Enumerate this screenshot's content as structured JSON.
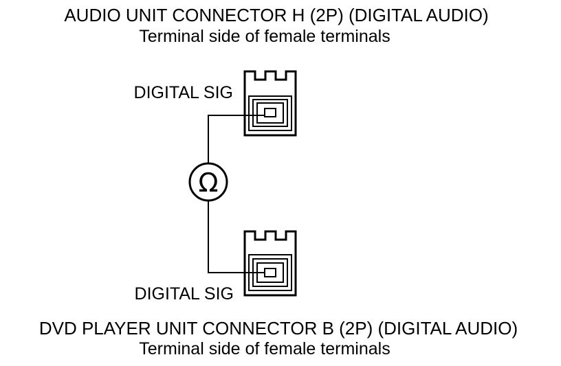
{
  "top_connector": {
    "title": "AUDIO UNIT CONNECTOR H (2P) (DIGITAL AUDIO)",
    "subtitle": "Terminal side of female terminals",
    "pin_label": "DIGITAL SIG"
  },
  "bottom_connector": {
    "title": "DVD PLAYER UNIT CONNECTOR B (2P) (DIGITAL AUDIO)",
    "subtitle": "Terminal side of female terminals",
    "pin_label": "DIGITAL SIG"
  },
  "meter": {
    "symbol": "Ω",
    "icon": "ohmmeter-icon"
  },
  "colors": {
    "line": "#000000",
    "background": "#ffffff"
  }
}
